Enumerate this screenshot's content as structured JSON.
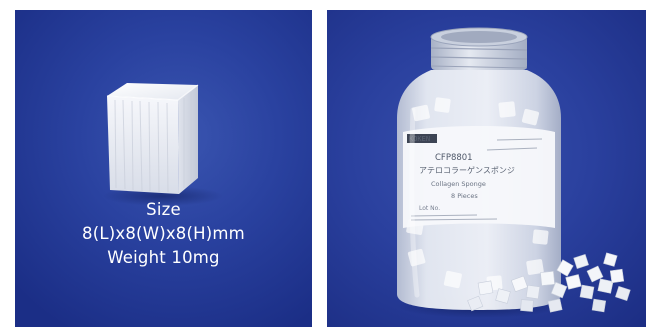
{
  "sponge_panel": {
    "caption": {
      "line1": "Size",
      "line2": "8(L)x8(W)x8(H)mm",
      "line3": "Weight 10mg"
    }
  },
  "bottle_panel": {
    "label": {
      "brand": "KOKEN",
      "product_code": "CFP8801",
      "product_name_jp": "アテロコラーゲンスポンジ",
      "product_name_en": "Collagen Sponge",
      "quantity": "8 Pieces",
      "lot_text": "Lot No."
    }
  },
  "colors": {
    "backdrop_blue": "#2a42a0",
    "sponge_white": "#f2f4f8",
    "bottle_translucent": "#dfe4ee",
    "caption_text": "#ffffff"
  }
}
